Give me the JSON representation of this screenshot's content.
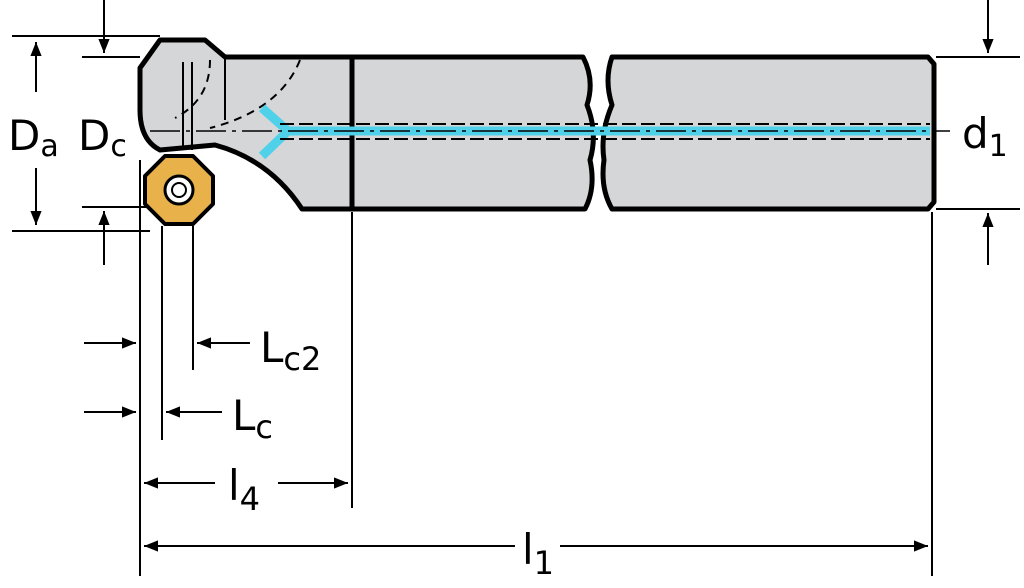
{
  "labels": {
    "da_main": "D",
    "da_sub": "a",
    "dc_main": "D",
    "dc_sub": "c",
    "d1_main": "d",
    "d1_sub": "1",
    "lc2_main": "L",
    "lc2_sub": "c2",
    "lc_main": "L",
    "lc_sub": "c",
    "l4_main": "l",
    "l4_sub": "4",
    "l1_main": "l",
    "l1_sub": "1"
  },
  "colors": {
    "body": "#d5d6d7",
    "outline": "#000000",
    "coolant": "#4fd1ea",
    "insert": "#e8b14a"
  }
}
